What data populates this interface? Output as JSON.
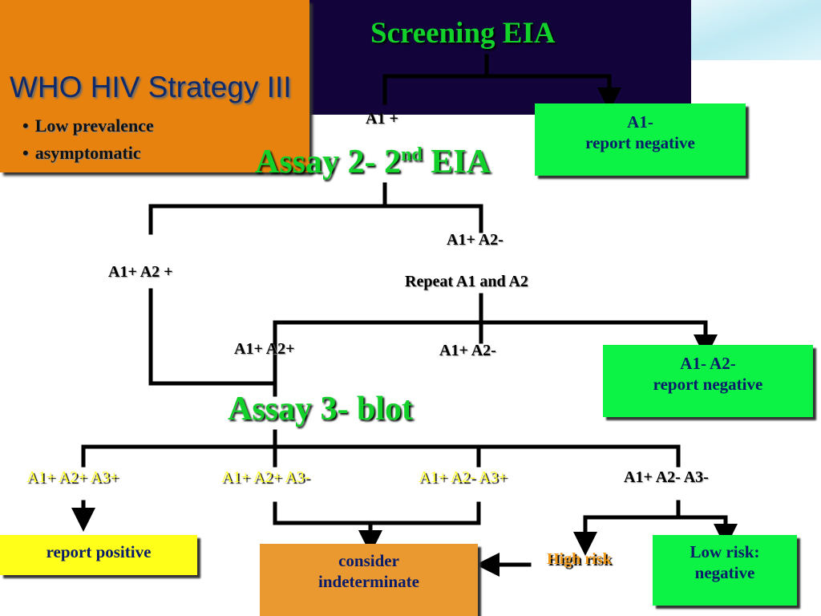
{
  "slide": {
    "title": "WHO HIV Strategy III",
    "bullets": [
      "Low prevalence",
      "asymptomatic"
    ]
  },
  "flow": {
    "screening": "Screening EIA",
    "a1_pos": "A1 +",
    "a1_neg_line1": "A1-",
    "a1_neg_line2": "report negative",
    "assay2_pre": "Assay 2- 2",
    "assay2_sup": "nd",
    "assay2_post": " EIA",
    "a1p_a2n": "A1+ A2-",
    "repeat": "Repeat A1 and A2",
    "a1p_a2p": "A1+ A2 +",
    "rep_a1p_a2p": "A1+  A2+",
    "rep_a1p_a2n": "A1+  A2-",
    "neg2_line1": "A1-   A2-",
    "neg2_line2": "report negative",
    "assay3": "Assay 3- blot",
    "r1": "A1+ A2+ A3+",
    "r2": "A1+ A2+ A3-",
    "r3": "A1+ A2- A3+",
    "r4": "A1+ A2- A3-",
    "report_positive": "report positive",
    "indet_line1": "consider",
    "indet_line2": "indeterminate",
    "high_risk": "High risk",
    "low_risk_line1": "Low risk:",
    "low_risk_line2": "negative"
  },
  "colors": {
    "orange_panel": "#e8820e",
    "navy_panel": "#12043a",
    "headline_green": "#11d12a",
    "box_green": "#0cf346",
    "box_yellow": "#ffff1a",
    "box_orange": "#ea9830",
    "title_blue": "#0e2a6b"
  }
}
